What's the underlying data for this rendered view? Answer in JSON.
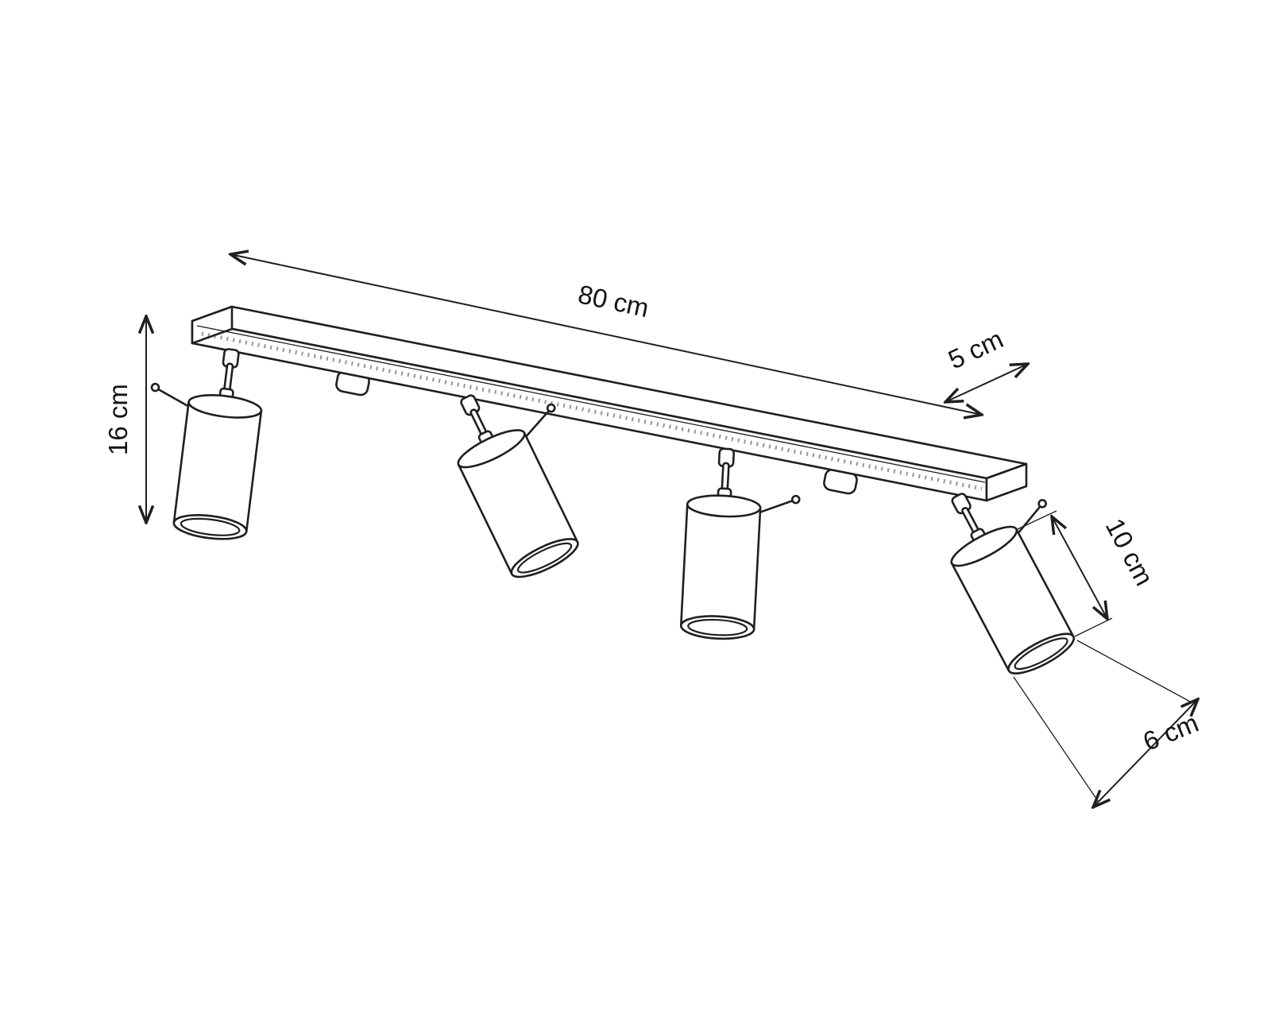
{
  "diagram": {
    "kind": "technical-dimension-drawing",
    "subject": "four-head ceiling spotlight rail",
    "labels": {
      "overall_length": "80 cm",
      "base_depth": "5 cm",
      "overall_height": "16 cm",
      "shade_length": "10 cm",
      "shade_diameter": "6 cm"
    },
    "colors": {
      "line": "#1f1f1f",
      "background": "#ffffff"
    },
    "counts": {
      "spot_heads": 4
    }
  }
}
